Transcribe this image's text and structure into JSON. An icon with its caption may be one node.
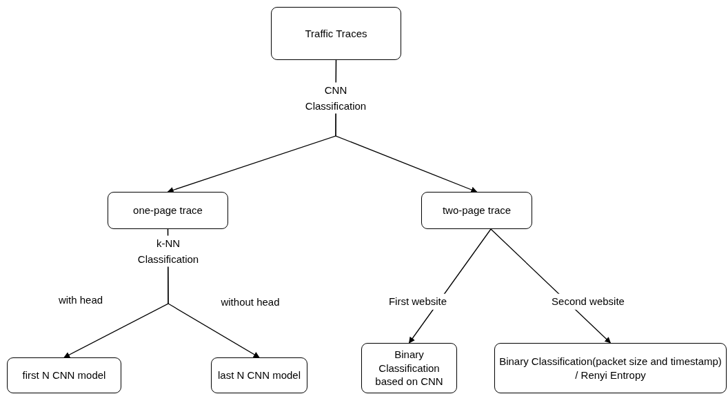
{
  "diagram": {
    "nodes": [
      {
        "text": [
          "Traffic Traces"
        ]
      },
      {
        "text": [
          "one-page trace"
        ]
      },
      {
        "text": [
          "two-page trace"
        ]
      },
      {
        "text": [
          "first N CNN model"
        ]
      },
      {
        "text": [
          "last N CNN model"
        ]
      },
      {
        "text": [
          "Binary Classification based on CNN"
        ]
      },
      {
        "text": [
          "Binary Classification(packet size and timestamp) / Renyi Entropy"
        ]
      }
    ],
    "edges": [
      {
        "from": 0,
        "to": 1,
        "arrow": "to",
        "label": "CNN Classification"
      },
      {
        "from": 0,
        "to": 2,
        "arrow": "to"
      },
      {
        "from": 1,
        "to": 3,
        "arrow": "to",
        "label": "with head"
      },
      {
        "from": 1,
        "to": 4,
        "arrow": "to",
        "label": "without head"
      },
      {
        "from": 2,
        "to": 5,
        "arrow": "to",
        "label": "First website"
      },
      {
        "from": 2,
        "to": 6,
        "arrow": "to",
        "label": "Second website"
      }
    ],
    "labels": [
      "k-NN Classification"
    ]
  }
}
